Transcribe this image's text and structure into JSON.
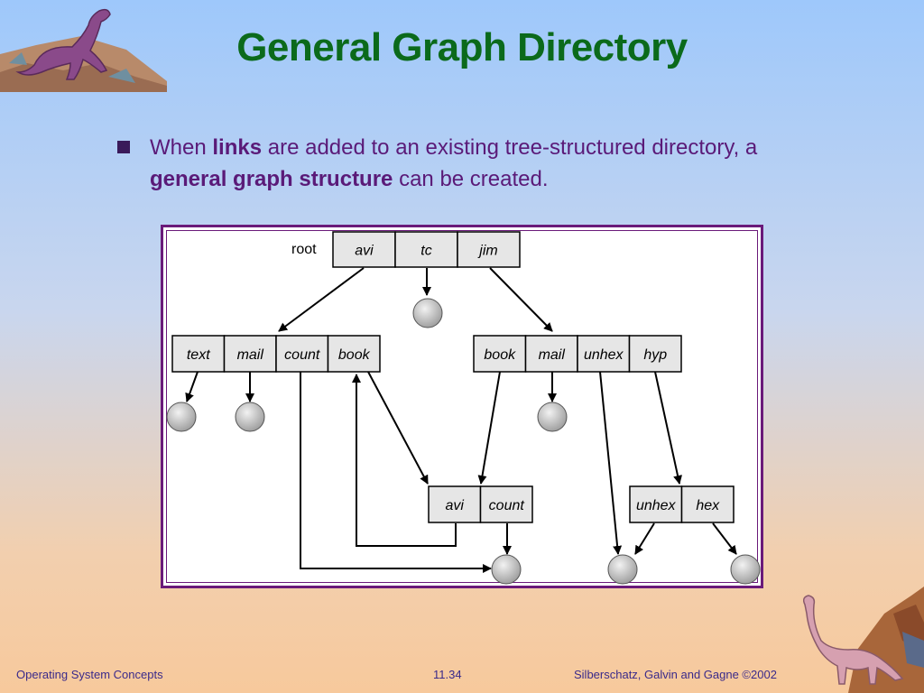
{
  "slide": {
    "title": "General Graph Directory",
    "bullet": {
      "t1": "When ",
      "b1": "links",
      "t2": " are added to an existing tree-structured directory, a ",
      "b2": "general graph structure",
      "t3": " can be created."
    }
  },
  "diagram": {
    "root_label": "root",
    "root_cells": [
      "avi",
      "tc",
      "jim"
    ],
    "left_cells": [
      "text",
      "mail",
      "count",
      "book"
    ],
    "right_cells": [
      "book",
      "mail",
      "unhex",
      "hyp"
    ],
    "mid_cells": [
      "avi",
      "count"
    ],
    "hex_cells": [
      "unhex",
      "hex"
    ]
  },
  "footer": {
    "left": "Operating System Concepts",
    "center": "11.34",
    "right": "Silberschatz, Galvin and  Gagne ©2002"
  },
  "colors": {
    "title": "#0b6a1b",
    "body_text": "#5a1a78",
    "frame": "#6a1a7a",
    "cell_fill": "#e6e6e6",
    "node_fill": "#c8c8c8"
  }
}
